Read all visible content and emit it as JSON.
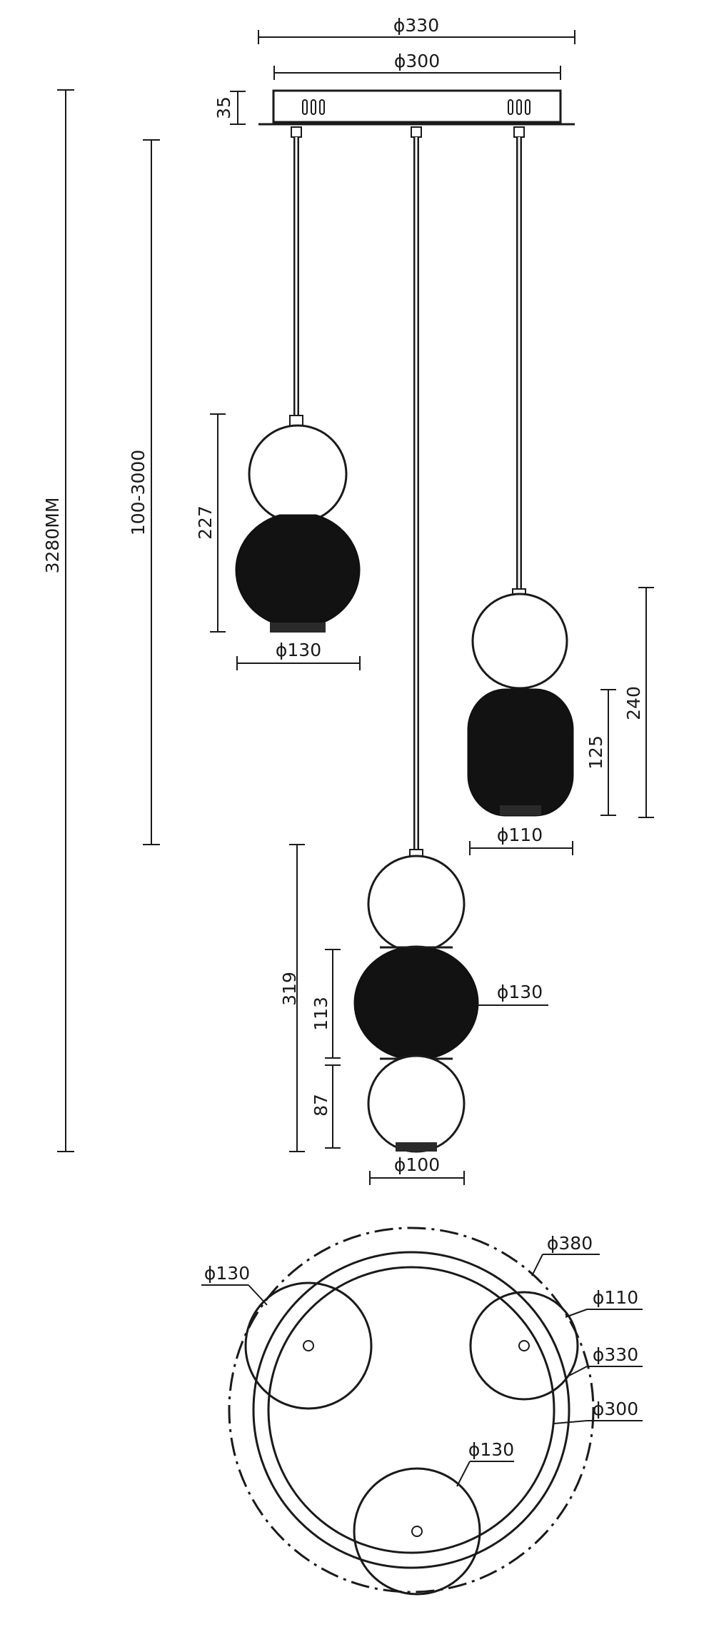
{
  "drawing": {
    "side_view": {
      "canopy": {
        "outer_diameter": "ϕ330",
        "inner_diameter": "ϕ300",
        "height": "35"
      },
      "overall_height": "3280MM",
      "cord_length": "100-3000",
      "left_pendant": {
        "height": "227",
        "diameter": "ϕ130"
      },
      "right_pendant": {
        "height": "240",
        "lower_shade_height": "125",
        "diameter": "ϕ110"
      },
      "center_pendant": {
        "height": "319",
        "middle_shade_height": "113",
        "lower_shade_height": "87",
        "middle_diameter": "ϕ130",
        "bottom_diameter": "ϕ100"
      }
    },
    "top_view": {
      "footprint_diameter": "ϕ380",
      "canopy_outer_diameter": "ϕ330",
      "canopy_inner_diameter": "ϕ300",
      "shade_left_diameter": "ϕ130",
      "shade_right_diameter": "ϕ110",
      "shade_bottom_diameter": "ϕ130"
    }
  }
}
